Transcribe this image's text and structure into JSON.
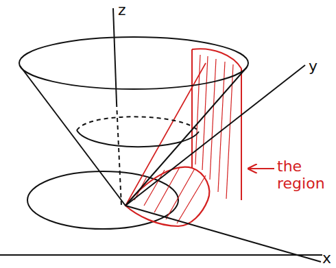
{
  "diagram": {
    "labels": [
      "z",
      "y",
      "x",
      "the region"
    ]
  }
}
